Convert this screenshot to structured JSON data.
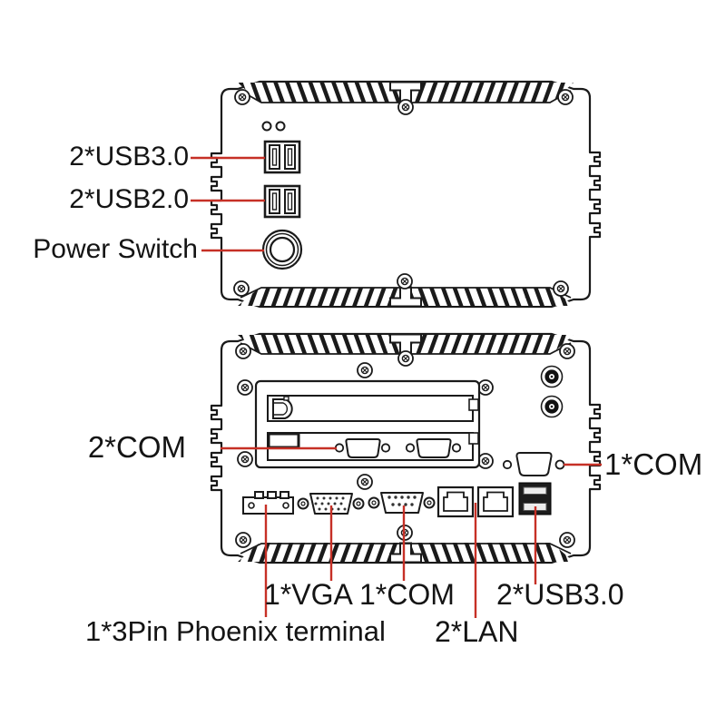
{
  "labels": {
    "top_usb3": "2*USB3.0",
    "top_usb2": "2*USB2.0",
    "power": "Power Switch",
    "com2": "2*COM",
    "com1": "1*COM",
    "vga_com": "1*VGA 1*COM",
    "bottom_usb3": "2*USB3.0",
    "phoenix": "1*3Pin Phoenix terminal",
    "lan": "2*LAN"
  },
  "colors": {
    "leader_line": "#c63026",
    "ink": "#1a1a1a",
    "background": "#ffffff"
  }
}
